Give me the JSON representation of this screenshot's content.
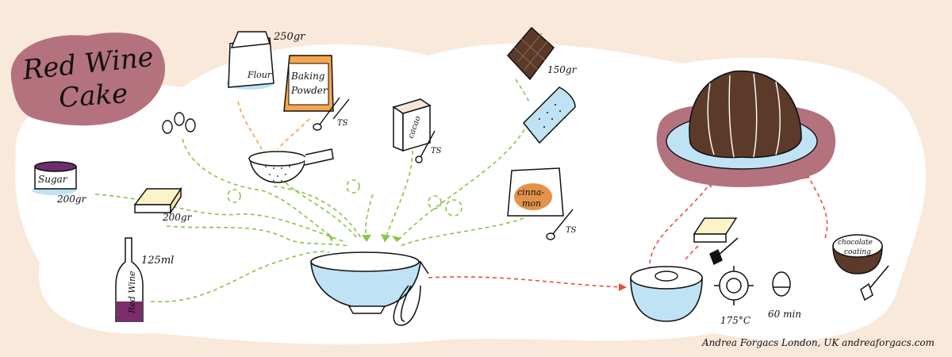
{
  "title": {
    "line1": "Red Wine",
    "line2": "Cake"
  },
  "ingredients": {
    "flour": {
      "label": "Flour",
      "qty": "250gr"
    },
    "baking_powder": {
      "label_line1": "Baking",
      "label_line2": "Powder",
      "spoon": "TS"
    },
    "eggs": {
      "icon": "eggs-icon"
    },
    "sugar": {
      "label": "Sugar",
      "qty": "200gr"
    },
    "butter": {
      "qty": "200gr"
    },
    "red_wine": {
      "label": "Red Wine",
      "qty": "125ml"
    },
    "cocoa": {
      "label": "cacao",
      "spoon": "TS"
    },
    "chocolate": {
      "qty": "150gr"
    },
    "cinnamon": {
      "label_line1": "cinna-",
      "label_line2": "mon",
      "spoon": "TS"
    }
  },
  "baking": {
    "temperature": "175°C",
    "time": "60 min"
  },
  "coating": {
    "label_line1": "chocolate",
    "label_line2": "coating"
  },
  "credit": "Andrea Forgacs London, UK andreaforgacs.com",
  "colors": {
    "background": "#f9e9db",
    "blob": "#ffffff",
    "title_blob": "#b4727e",
    "green_arrow": "#8bc34a",
    "orange_arrow": "#f0a050",
    "red_arrow": "#e0533f",
    "blue_shadow": "#bfe2f5",
    "chocolate": "#5c3a2a"
  }
}
